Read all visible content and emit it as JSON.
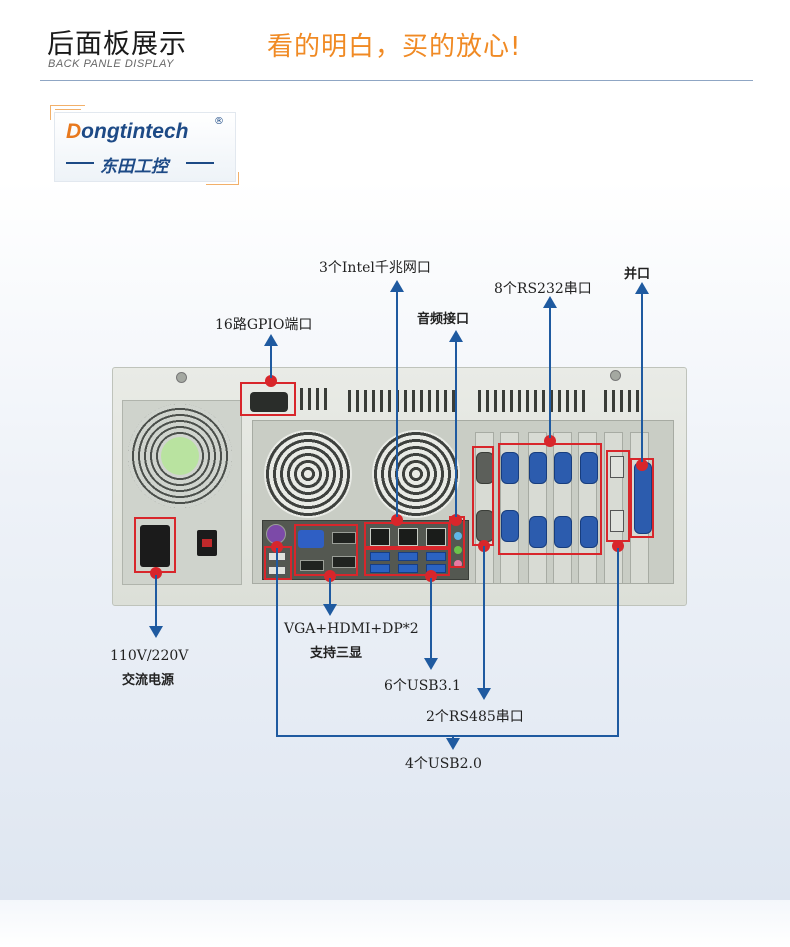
{
  "header": {
    "title": "后面板展示",
    "subtitle": "BACK PANLE DISPLAY",
    "slogan": "看的明白，买的放心!"
  },
  "logo": {
    "brand_first": "D",
    "brand_rest": "ongtintech",
    "registered": "®",
    "brand_cn": "东田工控"
  },
  "callouts": {
    "gpio": "16路GPIO端口",
    "lan": "3个Intel千兆网口",
    "audio": "音频接口",
    "rs232": "8个RS232串口",
    "parallel": "并口",
    "power_line1": "110V/220V",
    "power_line2": "交流电源",
    "video_line1": "VGA+HDMI+DP*2",
    "video_line2": "支持三显",
    "usb31": "6个USB3.1",
    "rs485": "2个RS485串口",
    "usb20": "4个USB2.0"
  },
  "colors": {
    "accent": "#f08a24",
    "line": "#1f5aa0",
    "highlight": "#d8262b",
    "brand": "#1d4a86"
  }
}
